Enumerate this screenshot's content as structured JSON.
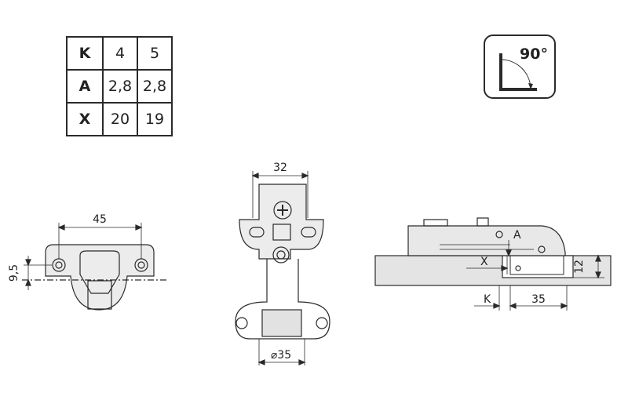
{
  "table": {
    "rows": [
      {
        "key": "K",
        "values": [
          "4",
          "5"
        ]
      },
      {
        "key": "A",
        "values": [
          "2,8",
          "2,8"
        ]
      },
      {
        "key": "X",
        "values": [
          "20",
          "19"
        ]
      }
    ]
  },
  "angle": {
    "label": "90°"
  },
  "left_view": {
    "dim_width": "45",
    "dim_height": "9,5"
  },
  "middle_view": {
    "dim_top": "32",
    "dim_bottom": "⌀35"
  },
  "right_view": {
    "dim_A": "A",
    "dim_X": "X",
    "dim_K": "K",
    "dim_35": "35",
    "dim_12": "12"
  },
  "colors": {
    "line": "#2a2a2a",
    "fill": "#e6e6e6",
    "panel": "#dadada"
  }
}
